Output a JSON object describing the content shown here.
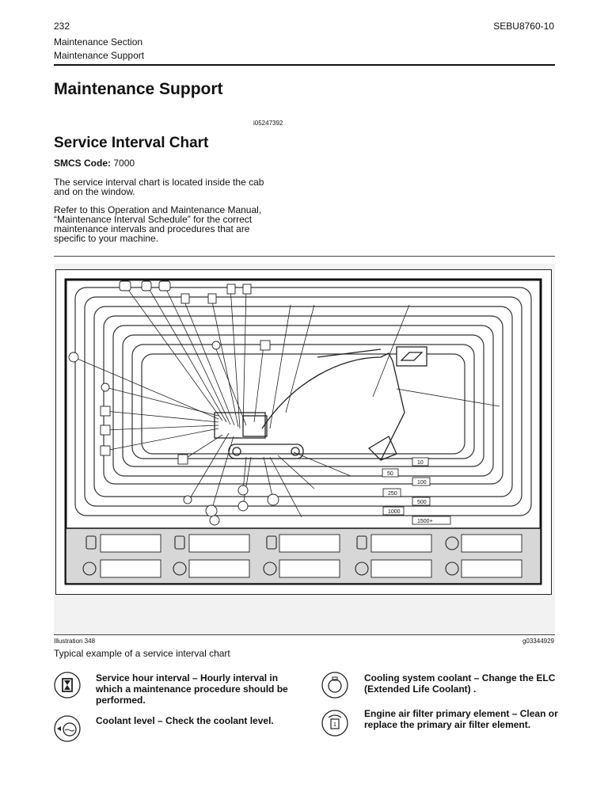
{
  "header": {
    "page_number": "232",
    "doc_id": "SEBU8760-10",
    "section": "Maintenance Section",
    "subsection": "Maintenance Support"
  },
  "title": "Maintenance Support",
  "identifier": "i05247392",
  "subtitle": "Service Interval Chart",
  "smcs": {
    "label": "SMCS Code:",
    "value": "7000"
  },
  "paragraphs": [
    "The service interval chart is located inside the cab and on the window.",
    "Refer to this Operation and Maintenance Manual, “Maintenance Interval Schedule” for the correct maintenance intervals and procedures that are specific to your machine."
  ],
  "figure": {
    "interval_labels": [
      "10",
      "50",
      "100",
      "250",
      "500",
      "1000",
      "1500+"
    ],
    "illustration_label": "Illustration 348",
    "graphic_id": "g03344929",
    "caption": "Typical example of a service interval chart"
  },
  "legend": [
    {
      "icon": "hourglass-icon",
      "text": "Service hour interval – Hourly interval in which a maintenance procedure should be performed."
    },
    {
      "icon": "coolant-level-icon",
      "text": "Coolant level – Check the coolant level."
    },
    {
      "icon": "cooling-coolant-icon",
      "text": "Cooling system coolant – Change the ELC (Extended Life Coolant) ."
    },
    {
      "icon": "air-filter-icon",
      "text": "Engine air filter primary element – Clean or replace the primary air filter element."
    }
  ]
}
